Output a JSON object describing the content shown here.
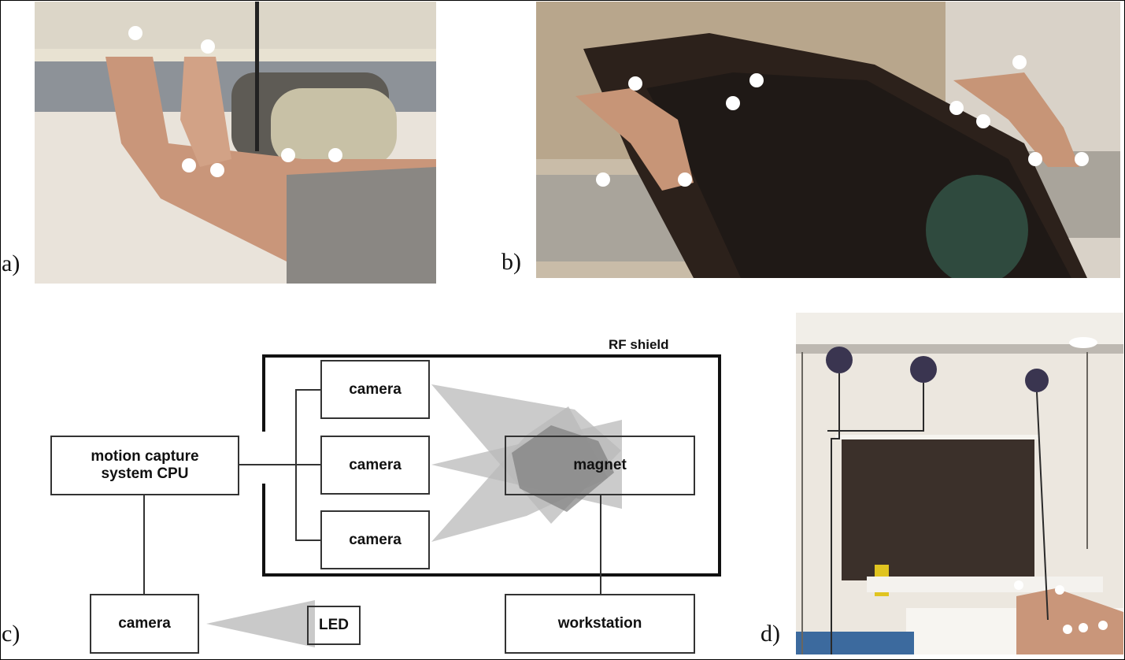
{
  "figure": {
    "panels": [
      {
        "label": "a)",
        "description": "Photo: bare legs and feet on MRI bed with reflective markers on toes and shins"
      },
      {
        "label": "b)",
        "description": "Photo: subject lying in MRI scanner with markers on both hands"
      },
      {
        "label": "c)",
        "description": "Schematic of motion capture setup"
      },
      {
        "label": "d)",
        "description": "Photo: MRI room with three ceiling-mounted cameras and cables"
      }
    ],
    "diagram": {
      "rf_shield_label": "RF shield",
      "cpu_label_line1": "motion capture",
      "cpu_label_line2": "system CPU",
      "camera_labels": [
        "camera",
        "camera",
        "camera"
      ],
      "outside_camera_label": "camera",
      "led_label": "LED",
      "magnet_label": "magnet",
      "workstation_label": "workstation"
    }
  },
  "colors": {
    "frame": "#000000",
    "box_border": "#333333",
    "field_of_view": "#b9b9b9",
    "overlap": "#7d7d7d"
  }
}
